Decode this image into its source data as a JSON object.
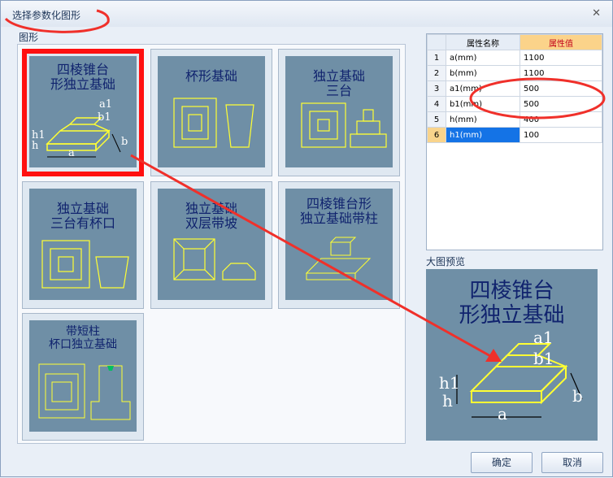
{
  "window": {
    "title": "选择参数化图形",
    "close_glyph": "✕"
  },
  "gallery": {
    "label": "图形",
    "tiles": [
      {
        "title": "四棱锥台\n形独立基础"
      },
      {
        "title": "杯形基础"
      },
      {
        "title": "独立基础\n三台"
      },
      {
        "title": "独立基础\n三台有杯口"
      },
      {
        "title": "独立基础\n双层带坡"
      },
      {
        "title": "四棱锥台形\n独立基础带柱"
      },
      {
        "title": "带短柱\n杯口独立基础"
      }
    ]
  },
  "properties": {
    "header_name": "属性名称",
    "header_value": "属性值",
    "rows": [
      {
        "idx": "1",
        "name": "a(mm)",
        "value": "1100"
      },
      {
        "idx": "2",
        "name": "b(mm)",
        "value": "1100"
      },
      {
        "idx": "3",
        "name": "a1(mm)",
        "value": "500"
      },
      {
        "idx": "4",
        "name": "b1(mm)",
        "value": "500"
      },
      {
        "idx": "5",
        "name": "h(mm)",
        "value": "400"
      },
      {
        "idx": "6",
        "name": "h1(mm)",
        "value": "100"
      }
    ]
  },
  "preview": {
    "label": "大图预览",
    "title": "四棱锥台\n形独立基础"
  },
  "dims": {
    "a": "a",
    "b": "b",
    "a1": "a1",
    "b1": "b1",
    "h": "h",
    "h1": "h1"
  },
  "buttons": {
    "ok": "确定",
    "cancel": "取消"
  },
  "colors": {
    "thumb_bg": "#6f8fa6",
    "selection": "#ff1010",
    "drawing": "#ffff33",
    "annotation": "#f0302a"
  }
}
